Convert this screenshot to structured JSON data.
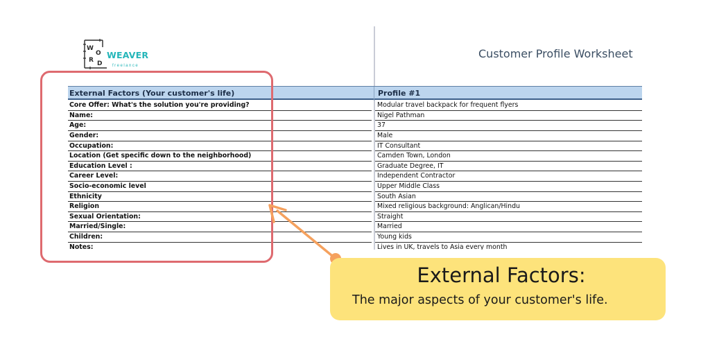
{
  "logo": {
    "letters": [
      "W",
      "O",
      "R",
      "D"
    ],
    "word": "WEAVER",
    "sub": "freelance",
    "color": "#25b6b9"
  },
  "worksheet_title": "Customer Profile Worksheet",
  "table": {
    "headers": [
      "External Factors (Your customer's life)",
      "Profile #1"
    ],
    "rows": [
      {
        "label": "Core Offer: What's the solution you're providing?",
        "value": "Modular travel backpack for frequent flyers"
      },
      {
        "label": "Name:",
        "value": "Nigel Pathman"
      },
      {
        "label": "Age:",
        "value": "37"
      },
      {
        "label": "Gender:",
        "value": "Male"
      },
      {
        "label": "Occupation:",
        "value": "IT Consultant"
      },
      {
        "label": "Location (Get specific down to the neighborhood)",
        "value": "Camden Town, London"
      },
      {
        "label": "Education Level :",
        "value": "Graduate Degree, IT"
      },
      {
        "label": "Career Level:",
        "value": "Independent Contractor"
      },
      {
        "label": "Socio-economic level",
        "value": "Upper Middle Class"
      },
      {
        "label": "Ethnicity",
        "value": "South Asian"
      },
      {
        "label": "Religion",
        "value": "Mixed religious background: Anglican/Hindu"
      },
      {
        "label": "Sexual Orientation:",
        "value": "Straight"
      },
      {
        "label": "Married/Single:",
        "value": "Married"
      },
      {
        "label": "Children:",
        "value": "Young kids"
      },
      {
        "label": "Notes:",
        "value": "Lives in UK, travels to Asia every month"
      }
    ]
  },
  "callout": {
    "title": "External Factors:",
    "subtitle": "The major aspects of your customer's life.",
    "background": "#fde37b"
  },
  "colors": {
    "highlight_box": "#de6a6f",
    "arrow": "#f5a15e",
    "header_fill": "#bcd5ee"
  }
}
